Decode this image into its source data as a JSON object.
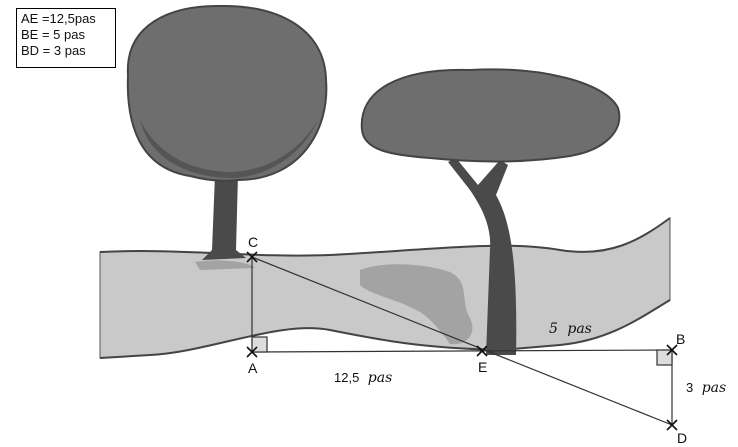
{
  "legend": [
    {
      "text": "AE =12,5pas"
    },
    {
      "text": "BE = 5 pas"
    },
    {
      "text": "BD = 3 pas"
    }
  ],
  "points": {
    "A": "A",
    "B": "B",
    "C": "C",
    "D": "D",
    "E": "E"
  },
  "measures": {
    "ae_value": "12,5",
    "ae_unit": "pas",
    "be_value": "5",
    "be_unit": "pas",
    "bd_value": "3",
    "bd_unit": "pas"
  },
  "colors": {
    "river": "#c9c9c9",
    "river_shadow": "#9a9a9a",
    "tree_crown": "#6e6e6e",
    "tree_trunk": "#4a4a4a",
    "lines": "#333333"
  }
}
